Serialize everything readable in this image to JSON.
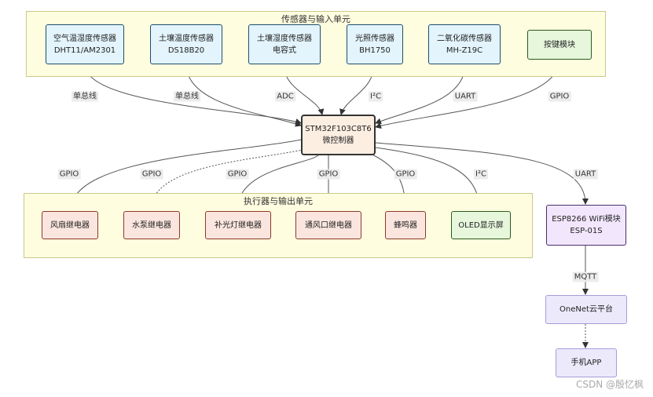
{
  "clusters": {
    "input_title": "传感器与输入单元",
    "output_title": "执行器与输出单元"
  },
  "sensors": [
    {
      "line1": "空气温湿度传感器",
      "line2": "DHT11/AM2301"
    },
    {
      "line1": "土壤温度传感器",
      "line2": "DS18B20"
    },
    {
      "line1": "土壤湿度传感器",
      "line2": "电容式"
    },
    {
      "line1": "光照传感器",
      "line2": "BH1750"
    },
    {
      "line1": "二氧化碳传感器",
      "line2": "MH-Z19C"
    },
    {
      "line1": "按键模块",
      "line2": ""
    }
  ],
  "input_edges": [
    "单总线",
    "单总线",
    "ADC",
    "I²C",
    "UART",
    "GPIO"
  ],
  "mcu": {
    "line1": "STM32F103C8T6",
    "line2": "微控制器"
  },
  "actuators": [
    "风扇继电器",
    "水泵继电器",
    "补光灯继电器",
    "通风口继电器",
    "蜂鸣器",
    "OLED显示屏"
  ],
  "output_edges": [
    "GPIO",
    "GPIO",
    "GPIO",
    "GPIO",
    "GPIO",
    "I²C"
  ],
  "wifi": {
    "line1": "ESP8266 WiFi模块",
    "line2": "ESP-01S",
    "edge": "UART"
  },
  "cloud": {
    "label": "OneNet云平台",
    "edge": "MQTT"
  },
  "app": {
    "label": "手机APP"
  },
  "watermark": "CSDN @殷忆枫"
}
